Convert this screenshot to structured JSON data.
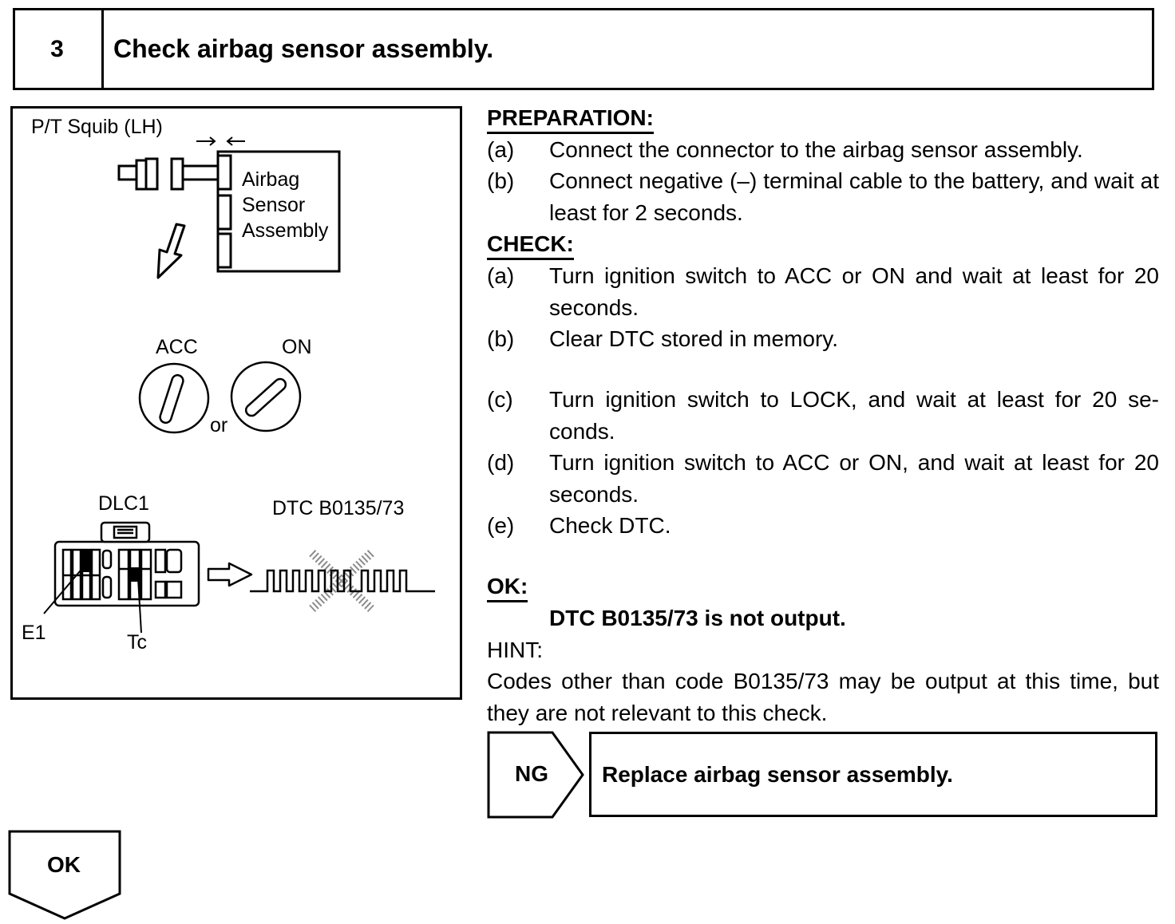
{
  "step": {
    "number": "3",
    "title": "Check airbag sensor assembly."
  },
  "figure": {
    "squib_label": "P/T Squib (LH)",
    "sensor_label_lines": [
      "Airbag",
      "Sensor",
      "Assembly"
    ],
    "acc_label": "ACC",
    "on_label": "ON",
    "or_label": "or",
    "dlc_label": "DLC1",
    "dtc_label": "DTC B0135/73",
    "e1_label": "E1",
    "tc_label": "Tc"
  },
  "preparation": {
    "heading": "PREPARATION:",
    "items": [
      {
        "label": "(a)",
        "text": "Connect the connector to the airbag sensor assembly."
      },
      {
        "label": "(b)",
        "text": "Connect negative (–) terminal cable to the battery, and wait at least for 2 seconds."
      }
    ]
  },
  "check": {
    "heading": "CHECK:",
    "items": [
      {
        "label": "(a)",
        "text": "Turn ignition switch to ACC or ON and wait at least for 20 seconds."
      },
      {
        "label": "(b)",
        "text": "Clear DTC stored in memory."
      },
      {
        "label": "(c)",
        "text": "Turn ignition switch to LOCK, and wait at least for 20 se-conds."
      },
      {
        "label": "(d)",
        "text": "Turn ignition switch to ACC or ON, and wait at least for 20 seconds."
      },
      {
        "label": "(e)",
        "text": "Check DTC."
      }
    ]
  },
  "ok_section": {
    "heading": "OK:",
    "result": "DTC B0135/73 is not output."
  },
  "hint": {
    "heading": "HINT:",
    "text": "Codes other than code B0135/73 may be output at this time, but they are not relevant to this check."
  },
  "ng_branch": {
    "label": "NG",
    "action": "Replace airbag sensor assembly."
  },
  "ok_branch": {
    "label": "OK"
  }
}
